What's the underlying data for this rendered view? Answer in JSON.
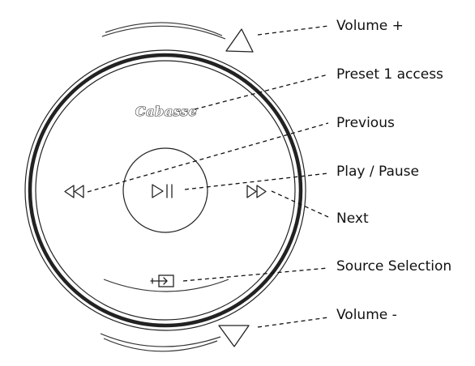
{
  "device": {
    "brand": "Cabasse"
  },
  "labels": {
    "volume_up": "Volume +",
    "preset_1": "Preset 1 access",
    "previous": "Previous",
    "play_pause": "Play / Pause",
    "next": "Next",
    "source_selection": "Source Selection",
    "volume_down": "Volume -"
  },
  "icons": {
    "volume_up": "triangle-up-icon",
    "previous": "rewind-icon",
    "play_pause": "play-pause-icon",
    "next": "fast-forward-icon",
    "source_selection": "source-input-icon",
    "volume_down": "triangle-down-icon"
  },
  "colors": {
    "line": "#222222",
    "background": "#ffffff"
  }
}
